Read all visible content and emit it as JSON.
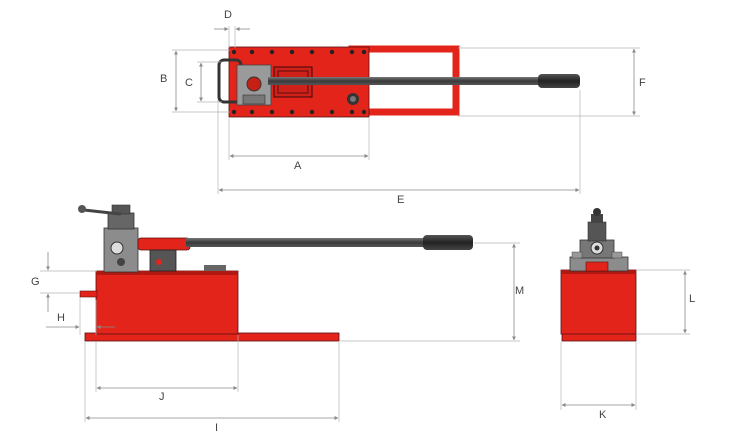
{
  "dimensions": {
    "A": "A",
    "B": "B",
    "C": "C",
    "D": "D",
    "E": "E",
    "F": "F",
    "G": "G",
    "H": "H",
    "I": "I",
    "J": "J",
    "K": "K",
    "L": "L",
    "M": "M"
  },
  "colors": {
    "body_red": "#e3241b",
    "body_red_dark": "#b01812",
    "handle_dark": "#3a3a3a",
    "steel_gray": "#8c8c8c",
    "dimension_line": "#8a8a8a"
  }
}
